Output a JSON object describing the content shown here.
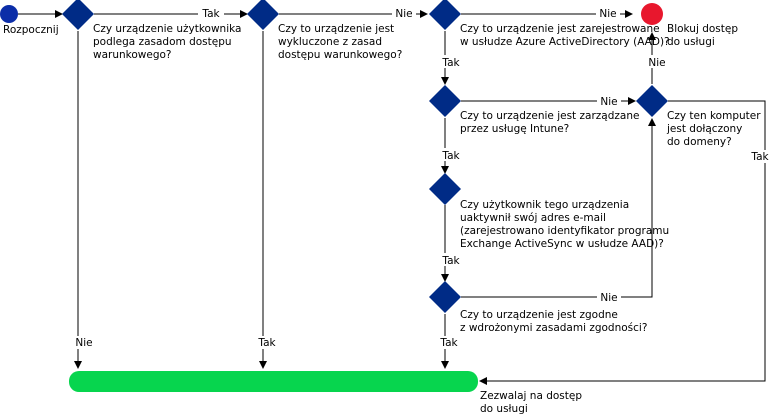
{
  "colors": {
    "diamond": "#002B86",
    "start_circle": "#0B2DA8",
    "block_circle": "#E8172D",
    "allow_bar": "#07D54E",
    "line": "#000000"
  },
  "nodes": {
    "start": {
      "label": "Rozpocznij"
    },
    "q1": {
      "lines": [
        "Czy urządzenie użytkownika",
        "podlega zasadom dostępu",
        "warunkowego?"
      ]
    },
    "q2": {
      "lines": [
        "Czy to urządzenie jest",
        "wykluczone z zasad",
        "dostępu warunkowego?"
      ]
    },
    "q3": {
      "lines": [
        "Czy to urządzenie jest zarejestrowane",
        "w usłudze Azure ActiveDirectory (AAD)?"
      ]
    },
    "q4": {
      "lines": [
        "Czy to urządzenie jest zarządzane",
        "przez usługę Intune?"
      ]
    },
    "q5": {
      "lines": [
        "Czy użytkownik tego urządzenia",
        "uaktywnił swój adres e-mail",
        "(zarejestrowano identyfikator programu",
        "Exchange ActiveSync w usłudze AAD)?"
      ]
    },
    "q6": {
      "lines": [
        "Czy to urządzenie jest zgodne",
        "z wdrożonymi zasadami zgodności?"
      ]
    },
    "q7": {
      "lines": [
        "Czy ten komputer",
        "jest dołączony",
        "do domeny?"
      ]
    },
    "block": {
      "lines": [
        "Blokuj dostęp",
        "do usługi"
      ]
    },
    "allow": {
      "lines": [
        "Zezwalaj na dostęp",
        "do usługi"
      ]
    }
  },
  "edge_labels": {
    "q1_to_q2": "Tak",
    "q1_to_allow": "Nie",
    "q2_to_q3": "Nie",
    "q2_to_allow": "Tak",
    "q3_to_block": "Nie",
    "q3_to_q4": "Tak",
    "q4_to_q7": "Nie",
    "q4_to_q5": "Tak",
    "q5_to_q6": "Tak",
    "q6_to_q7": "Nie",
    "q6_to_allow": "Tak",
    "q7_to_block": "Nie",
    "q7_to_allow": "Tak"
  }
}
